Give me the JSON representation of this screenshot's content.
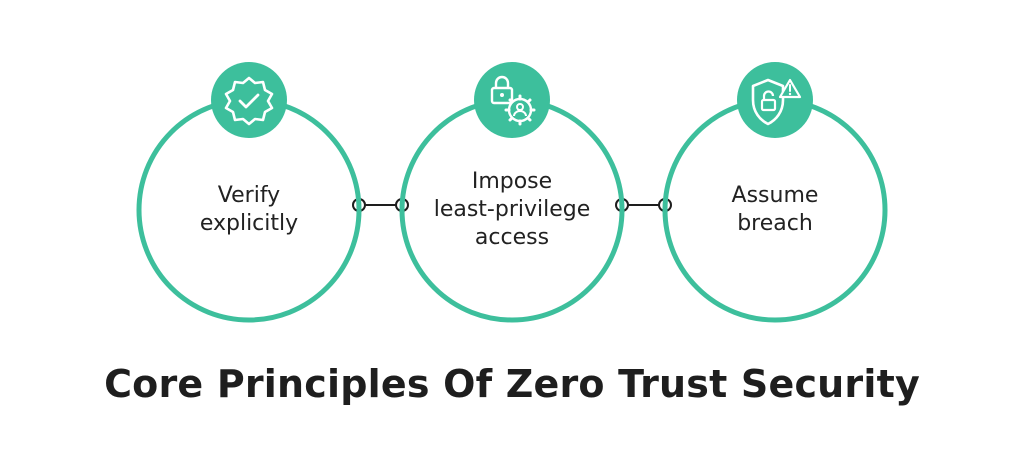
{
  "colors": {
    "accent": "#3dbf9c",
    "text": "#222222",
    "background": "#ffffff"
  },
  "principles": [
    {
      "lines": [
        "Verify",
        "explicitly"
      ],
      "icon": "verified-badge-icon"
    },
    {
      "lines": [
        "Impose",
        "least-privilege",
        "access"
      ],
      "icon": "lock-gear-user-icon"
    },
    {
      "lines": [
        "Assume",
        "breach"
      ],
      "icon": "shield-lock-alert-icon"
    }
  ],
  "title": "Core Principles Of Zero Trust Security"
}
